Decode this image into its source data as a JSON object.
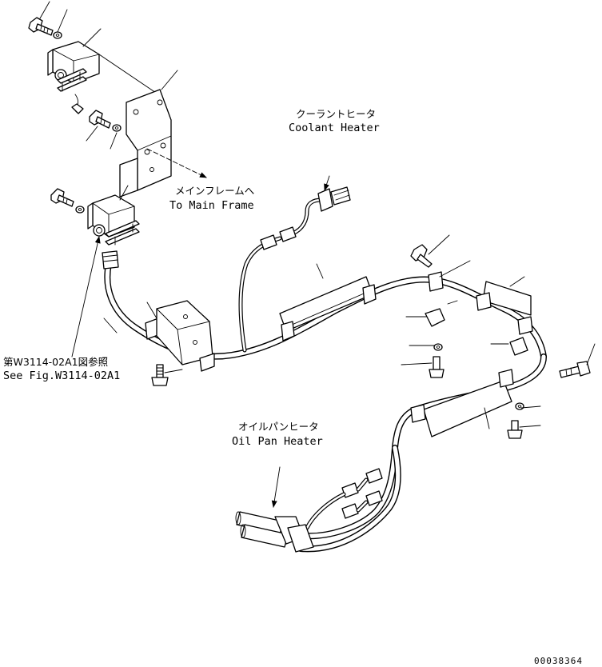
{
  "labels": {
    "coolant_heater_jp": "クーラントヒータ",
    "coolant_heater_en": "Coolant Heater",
    "main_frame_jp": "メインフレームへ",
    "main_frame_en": "To Main Frame",
    "see_fig_jp": "第W3114-02A1図参照",
    "see_fig_en": "See Fig.W3114-02A1",
    "oil_pan_heater_jp": "オイルパンヒータ",
    "oil_pan_heater_en": "Oil Pan Heater",
    "drawing_number": "00038364"
  },
  "icons": [
    "arrow-icon",
    "bolt-icon",
    "washer-icon",
    "connector-icon",
    "clamp-icon"
  ]
}
